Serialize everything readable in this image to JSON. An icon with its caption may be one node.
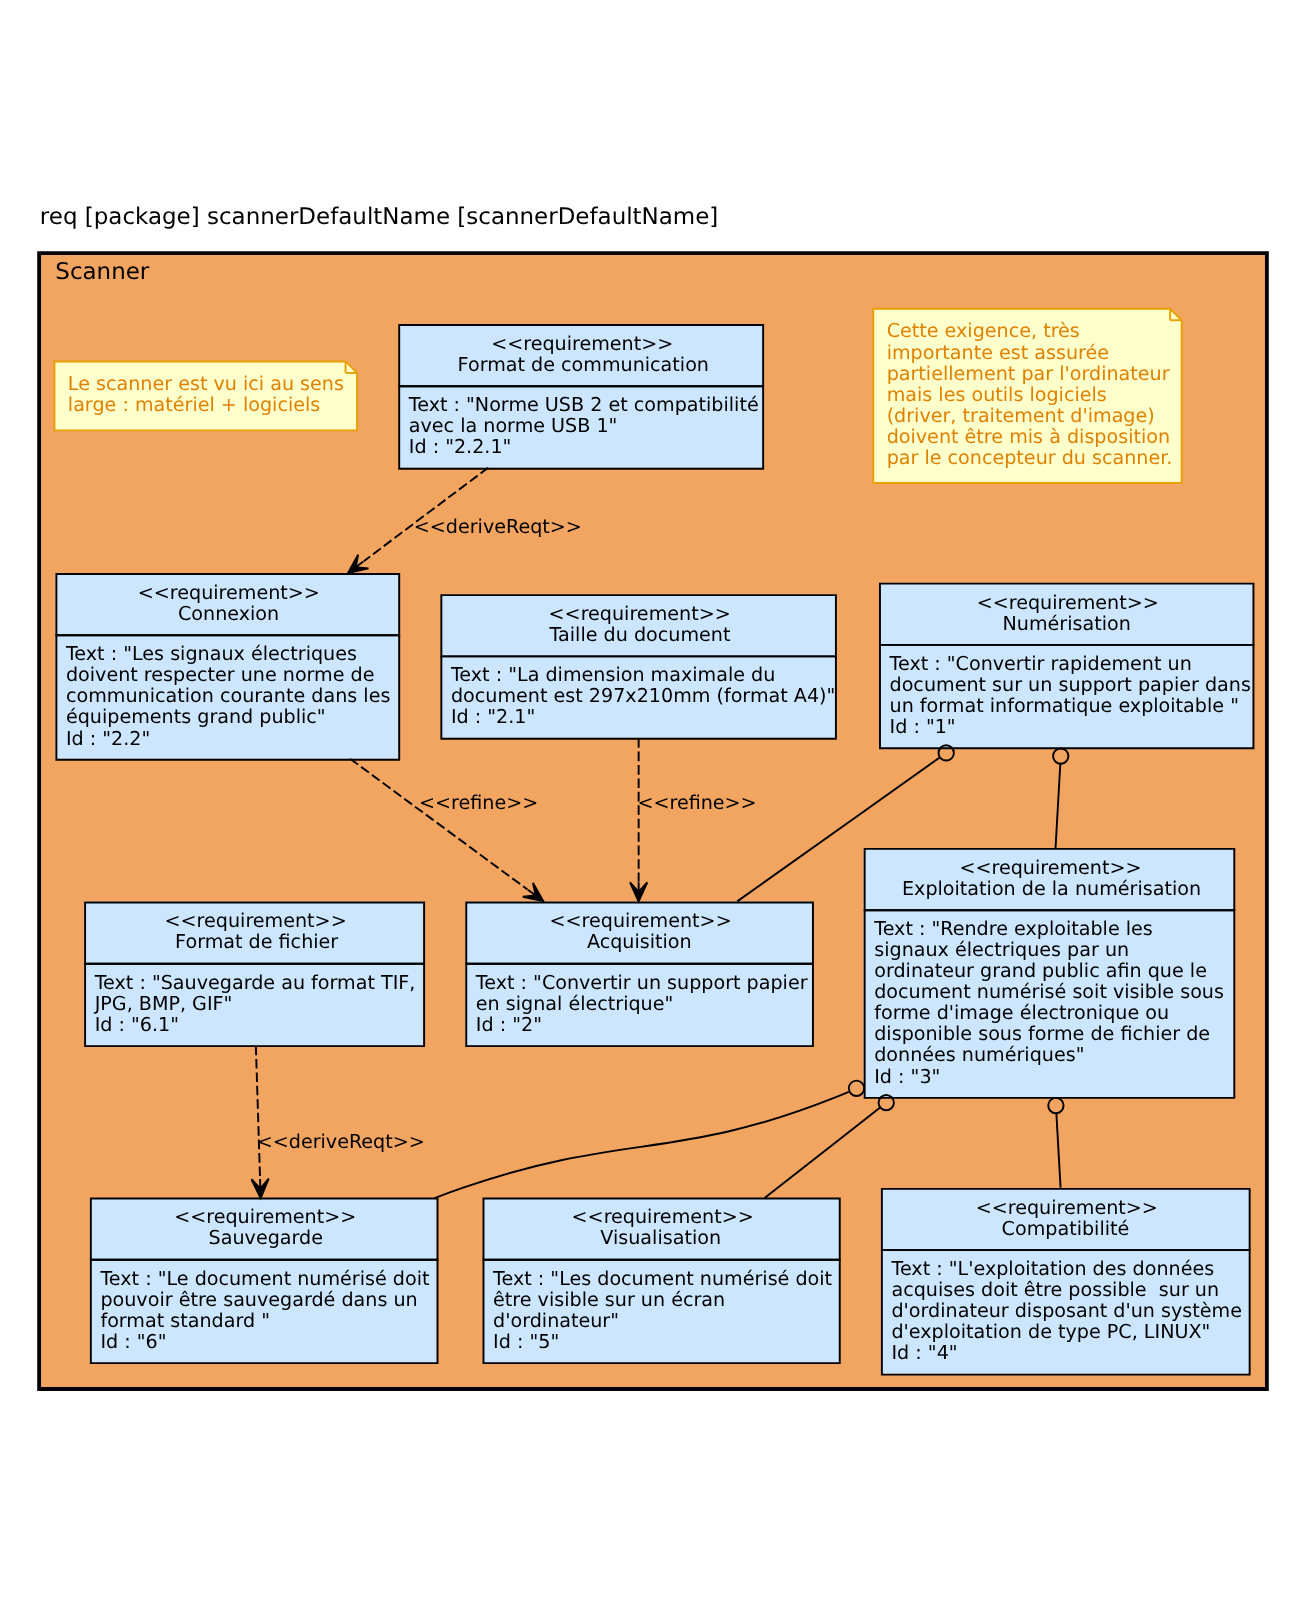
{
  "diagram": {
    "title": "req [package] scannerDefaultName [scannerDefaultName]",
    "nodes": [
      {
        "text": [
          "Scanner"
        ]
      },
      {
        "text": [
          "<<requirement>>",
          "Numérisation",
          "Text : \"Convertir rapidement un document sur un support papier dans un format informatique exploitable \"",
          "Id : \"1\""
        ],
        "in": 0
      },
      {
        "text": [
          "Cette exigence, très importante est assurée partiellement par l'ordinateur mais les outils logiciels (driver, traitement d'image) doivent être mis à disposition par le concepteur du scanner."
        ],
        "in": 0
      },
      {
        "text": [
          "<<requirement>>",
          "Acquisition",
          "Text : \"Convertir un support papier en signal électrique\"",
          "Id : \"2\""
        ],
        "in": 0
      },
      {
        "text": [
          "<<requirement>>",
          "Exploitation de la numérisation",
          "Text : \"Rendre exploitable les signaux électriques par un ordinateur grand public afin que le document numérisé soit visible sous forme d'image électronique ou disponible sous forme de fichier de données numériques\"",
          "Id : \"3\""
        ],
        "in": 0
      },
      {
        "text": [
          "<<requirement>>",
          "Taille du document",
          "Text : \"La dimension maximale du document est 297x210mm (format A4)\"",
          "Id : \"2.1\""
        ],
        "in": 0
      },
      {
        "text": [
          "<<requirement>>",
          "Connexion",
          "Text : \"Les signaux électriques doivent respecter une norme de communication courante dans les équipements grand public\"",
          "Id : \"2.2\""
        ],
        "in": 0
      },
      {
        "text": [
          "<<requirement>>",
          "Format de communication",
          "Text : \"Norme USB 2 et compatibilité avec la norme USB 1\"",
          "Id : \"2.2.1\""
        ],
        "in": 0
      },
      {
        "text": [
          "<<requirement>>",
          "Compatibilité",
          "Text : \"L'exploitation des données acquises doit être possible  sur un d'ordinateur disposant d'un système d'exploitation de type PC, LINUX\"",
          "Id : \"4\""
        ],
        "in": 0
      },
      {
        "text": [
          "<<requirement>>",
          "Sauvegarde",
          "Text : \"Le document numérisé doit pouvoir être sauvegardé dans un format standard \"",
          "Id : \"6\""
        ],
        "in": 0
      },
      {
        "text": [
          "<<requirement>>",
          "Format de fichier",
          "Text : \"Sauvegarde au format TIF, JPG, BMP, GIF\"",
          "Id : \"6.1\""
        ],
        "in": 0
      },
      {
        "text": [
          "<<requirement>>",
          "Visualisation",
          "Text : \"Les document numérisé doit être visible sur un écran d'ordinateur\"",
          "Id : \"5\""
        ],
        "in": 0
      },
      {
        "text": [
          "Le scanner est vu ici au sens large : matériel + logiciels"
        ],
        "in": 0
      }
    ],
    "edges": [
      {
        "from": 1,
        "to": 3,
        "arrow": "other"
      },
      {
        "from": 1,
        "to": 4,
        "arrow": "other"
      },
      {
        "from": 5,
        "to": 3,
        "arrow": "to",
        "style": "dashed",
        "label": "<<refine>>"
      },
      {
        "from": 6,
        "to": 3,
        "arrow": "to",
        "style": "dashed",
        "label": "<<refine>>"
      },
      {
        "from": 7,
        "to": 6,
        "arrow": "to",
        "style": "dashed",
        "label": "<<deriveReqt>>"
      },
      {
        "from": 4,
        "to": 8,
        "arrow": "other"
      },
      {
        "from": 4,
        "to": 11,
        "arrow": "other"
      },
      {
        "from": 4,
        "to": 9,
        "arrow": "other"
      },
      {
        "from": 10,
        "to": 9,
        "arrow": "to",
        "style": "dashed",
        "label": "<<deriveReqt>>"
      }
    ]
  }
}
